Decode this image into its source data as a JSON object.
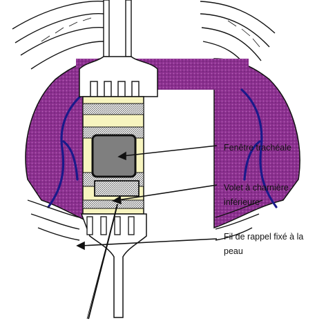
{
  "labels": {
    "window": "Fenêtre trachéale",
    "flap_line1": "Volet à charnière",
    "flap_line2": "inférieure",
    "suture_line1": "Fil de rappel fixé à la",
    "suture_line2": "peau"
  },
  "colors": {
    "thyroid": "#8b2f8f",
    "vessel": "#1a1a8a",
    "window": "#7f7f7f",
    "cartilage": "#f7f4bf",
    "outline": "#111111",
    "background": "#ffffff"
  },
  "icons": [
    "surgical-retractor-icon",
    "lower-retractor-icon"
  ]
}
